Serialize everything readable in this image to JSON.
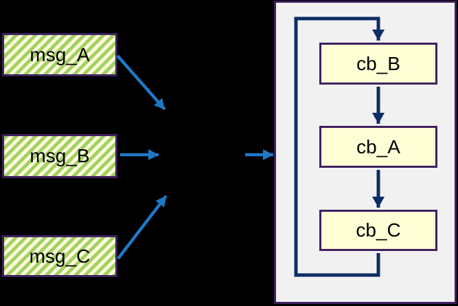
{
  "diagram": {
    "description": "Three hatched message boxes feed via blue arrows into a merge point, which feeds a gray container holding a looping chain of callback boxes",
    "messages": [
      {
        "id": "msg_A",
        "label": "msg_A"
      },
      {
        "id": "msg_B",
        "label": "msg_B"
      },
      {
        "id": "msg_C",
        "label": "msg_C"
      }
    ],
    "callbacks": [
      {
        "id": "cb_B",
        "label": "cb_B"
      },
      {
        "id": "cb_A",
        "label": "cb_A"
      },
      {
        "id": "cb_C",
        "label": "cb_C"
      }
    ],
    "edges": [
      {
        "from": "msg_A",
        "to": "merge-point",
        "style": "flow"
      },
      {
        "from": "msg_B",
        "to": "merge-point",
        "style": "flow"
      },
      {
        "from": "msg_C",
        "to": "merge-point",
        "style": "flow"
      },
      {
        "from": "merge-point",
        "to": "callback-container",
        "style": "flow"
      },
      {
        "from": "cb_B",
        "to": "cb_A",
        "style": "callback"
      },
      {
        "from": "cb_A",
        "to": "cb_C",
        "style": "callback"
      },
      {
        "from": "cb_C",
        "to": "cb_B",
        "style": "callback",
        "type": "loop-back"
      }
    ],
    "colors": {
      "background": "#000000",
      "message_fill_base": "#fbfbdb",
      "message_stripe": "#a3d063",
      "node_border": "#3f2060",
      "callback_fill": "#ffffd6",
      "container_fill": "#f1f1f2",
      "flow_arrow": "#1e79c5",
      "callback_arrow": "#0e2d66"
    }
  }
}
